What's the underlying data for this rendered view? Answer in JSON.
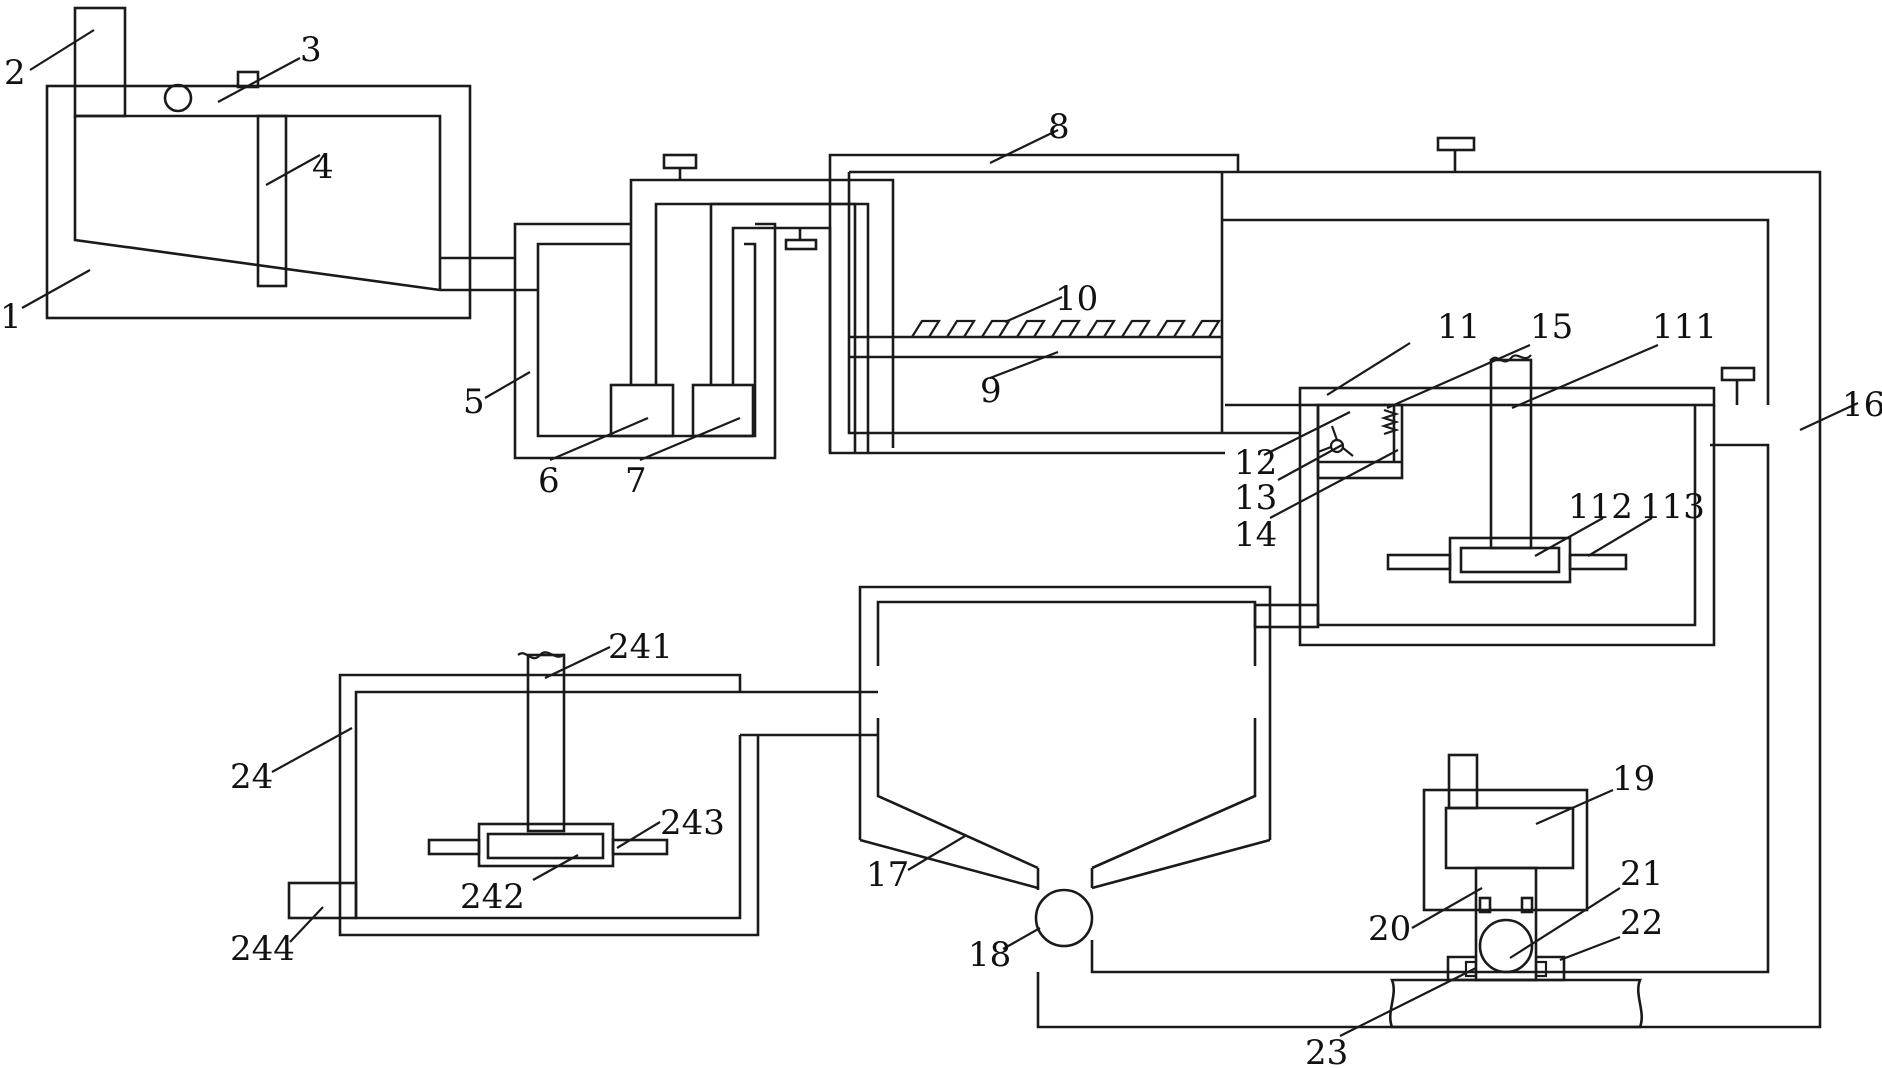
{
  "diagram": {
    "labels": {
      "l1": "1",
      "l2": "2",
      "l3": "3",
      "l4": "4",
      "l5": "5",
      "l6": "6",
      "l7": "7",
      "l8": "8",
      "l9": "9",
      "l10": "10",
      "l11": "11",
      "l12": "12",
      "l13": "13",
      "l14": "14",
      "l15": "15",
      "l16": "16",
      "l17": "17",
      "l18": "18",
      "l19": "19",
      "l20": "20",
      "l21": "21",
      "l22": "22",
      "l23": "23",
      "l24": "24",
      "l111": "111",
      "l112": "112",
      "l113": "113",
      "l241": "241",
      "l242": "242",
      "l243": "243",
      "l244": "244"
    }
  }
}
